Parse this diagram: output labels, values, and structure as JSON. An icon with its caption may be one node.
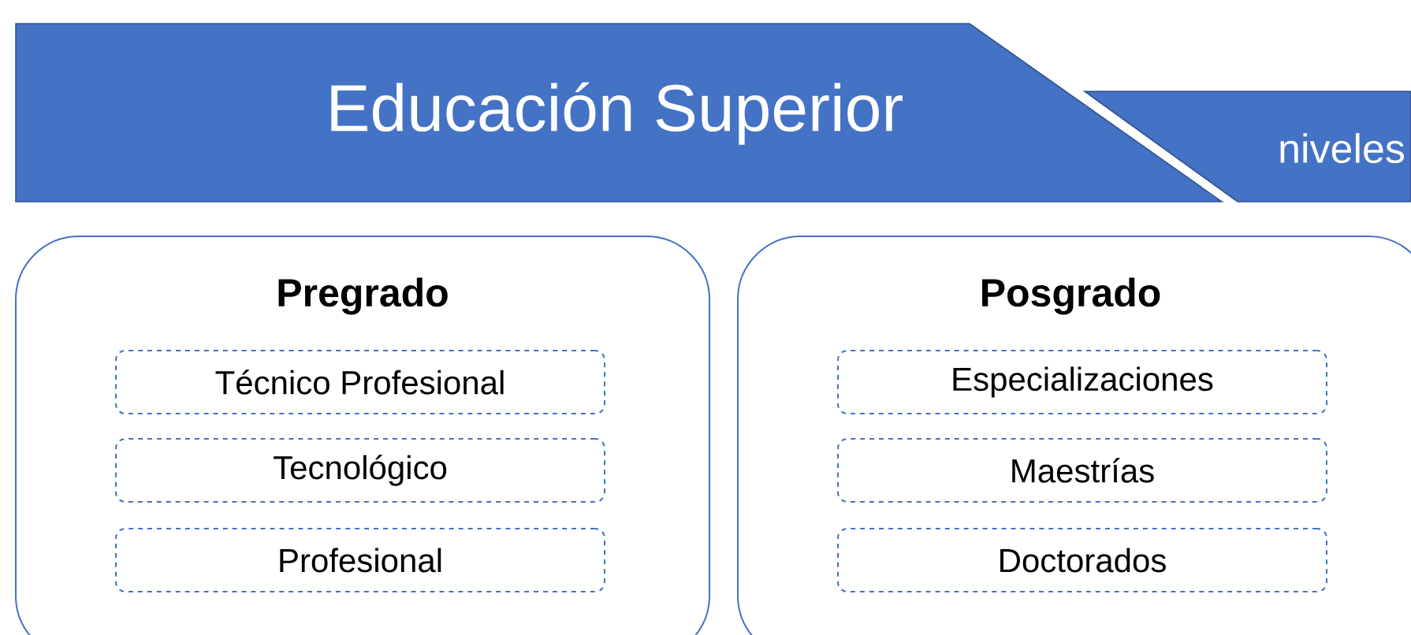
{
  "diagram": {
    "nodes": [
      {
        "text": [
          "Educación Superior"
        ]
      },
      {
        "text": [
          "niveles"
        ]
      },
      {
        "text": [
          "Pregrado"
        ]
      },
      {
        "text": [
          "Técnico Profesional"
        ],
        "in": 2
      },
      {
        "text": [
          "Tecnológico"
        ],
        "in": 2
      },
      {
        "text": [
          "Profesional"
        ],
        "in": 2
      },
      {
        "text": [
          "Posgrado"
        ]
      },
      {
        "text": [
          "Especializaciones"
        ],
        "in": 6
      },
      {
        "text": [
          "Maestrías"
        ],
        "in": 6
      },
      {
        "text": [
          "Doctorados"
        ],
        "in": 6
      }
    ]
  }
}
